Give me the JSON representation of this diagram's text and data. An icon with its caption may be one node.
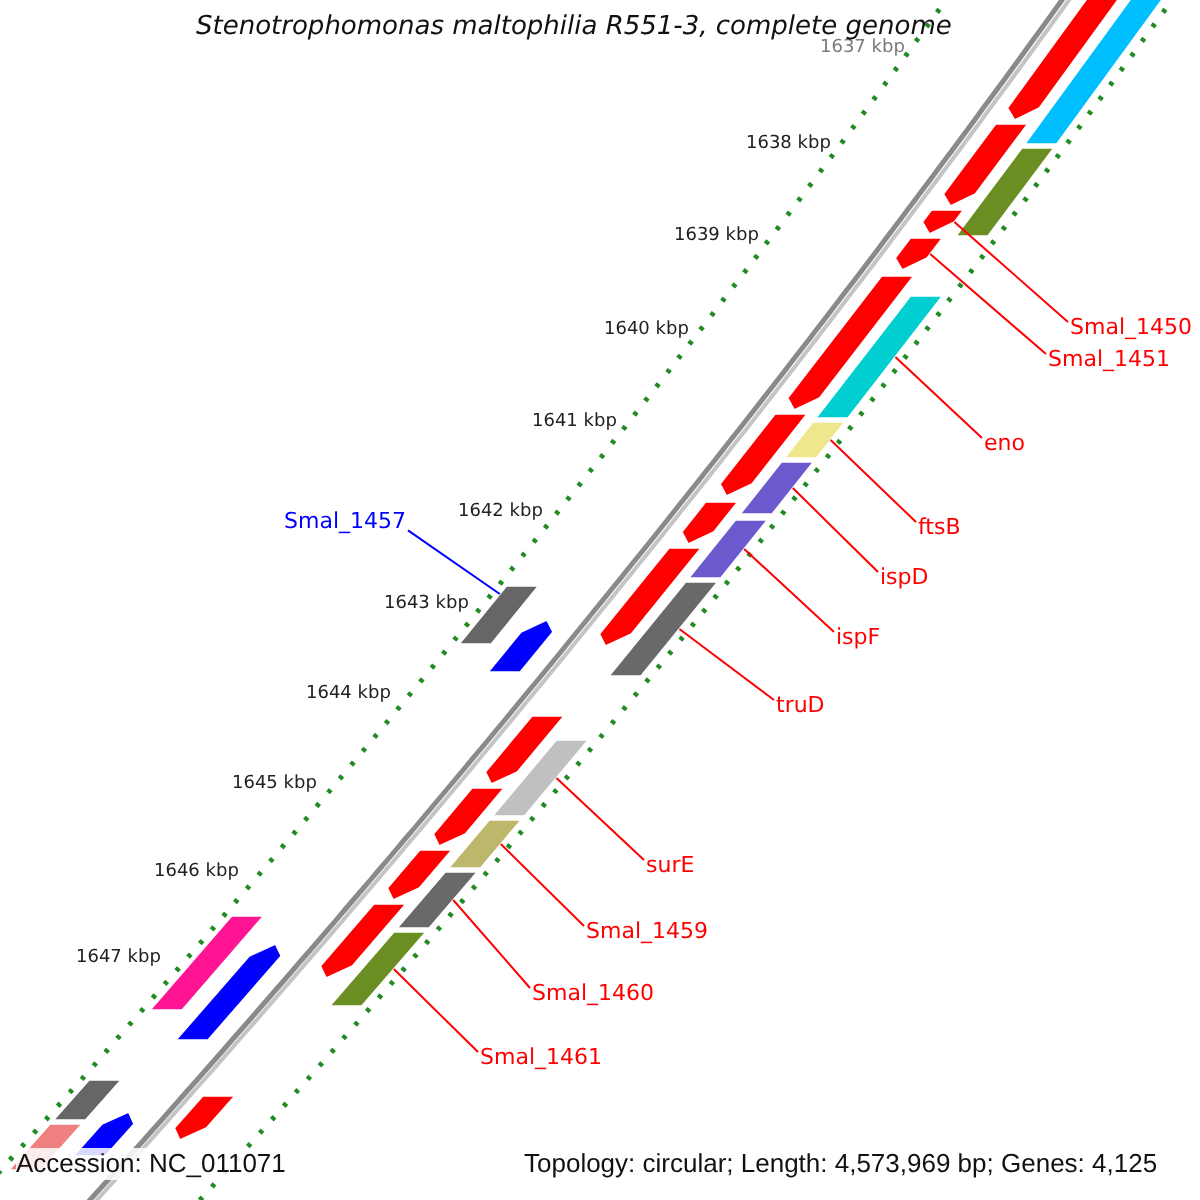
{
  "diagram": {
    "title": "Stenotrophomonas maltophilia R551-3, complete genome",
    "nodes": [
      {
        "text": [
          "Smal_1450"
        ]
      },
      {
        "text": [
          "Smal_1451"
        ]
      },
      {
        "text": [
          "eno"
        ]
      },
      {
        "text": [
          "Smal_1457"
        ]
      },
      {
        "text": [
          "ftsB"
        ]
      },
      {
        "text": [
          "ispD"
        ]
      },
      {
        "text": [
          "ispF"
        ]
      },
      {
        "text": [
          "truD"
        ]
      },
      {
        "text": [
          "surE"
        ]
      },
      {
        "text": [
          "Smal_1459"
        ]
      },
      {
        "text": [
          "Smal_1460"
        ]
      },
      {
        "text": [
          "Smal_1461"
        ]
      },
      {
        "text": [],
        "shape": "arrow"
      },
      {
        "text": [],
        "shape": "arrow"
      },
      {
        "text": [],
        "shape": "bar"
      },
      {
        "text": [],
        "shape": "bar"
      },
      {
        "text": [],
        "shape": "bar"
      },
      {
        "text": [],
        "shape": "bar"
      },
      {
        "text": [],
        "shape": "bar"
      },
      {
        "text": [],
        "shape": "bar"
      },
      {
        "text": [],
        "shape": "bar"
      },
      {
        "text": [],
        "shape": "bar"
      },
      {
        "text": [],
        "shape": "bar"
      },
      {
        "text": [],
        "shape": "bar"
      }
    ],
    "edges": [
      {
        "from": 0,
        "to": 12,
        "arrow": "none"
      },
      {
        "from": 1,
        "to": 13,
        "arrow": "none"
      },
      {
        "from": 2,
        "to": 14,
        "arrow": "none"
      },
      {
        "from": 3,
        "to": 19,
        "arrow": "none",
        "color": "#0000ff"
      },
      {
        "from": 4,
        "to": 15,
        "arrow": "none"
      },
      {
        "from": 5,
        "to": 16,
        "arrow": "none"
      },
      {
        "from": 6,
        "to": 17,
        "arrow": "none"
      },
      {
        "from": 7,
        "to": 18,
        "arrow": "none"
      },
      {
        "from": 8,
        "to": 20,
        "arrow": "none"
      },
      {
        "from": 9,
        "to": 21,
        "arrow": "none"
      },
      {
        "from": 10,
        "to": 22,
        "arrow": "none"
      },
      {
        "from": 11,
        "to": 23,
        "arrow": "none"
      }
    ],
    "labels": [
      "1637 kbp",
      "1638 kbp",
      "1639 kbp",
      "1640 kbp",
      "1641 kbp",
      "1642 kbp",
      "1643 kbp",
      "1644 kbp",
      "1645 kbp",
      "1646 kbp",
      "1647 kbp",
      "Accession: NC_011071",
      "Topology: circular; Length: 4,573,969 bp; Genes: 4,125"
    ]
  }
}
